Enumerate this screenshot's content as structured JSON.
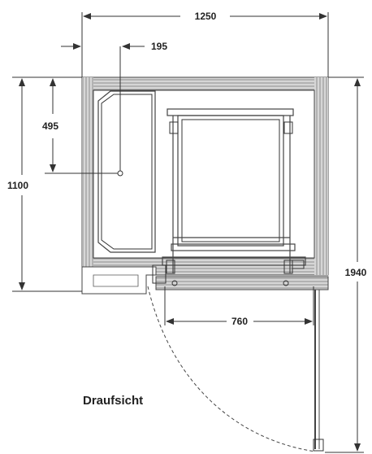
{
  "drawing": {
    "dimensions": {
      "total_width": "1250",
      "offset": "195",
      "depth_partial": "495",
      "depth_total": "1100",
      "open_door_depth": "1940",
      "door_width": "760"
    },
    "caption": "Draufsicht",
    "colors": {
      "wall_hatch": "#9a9a9a",
      "wall_bg": "#d6d6d6",
      "line": "#333333",
      "inner_fill": "#ffffff"
    }
  }
}
